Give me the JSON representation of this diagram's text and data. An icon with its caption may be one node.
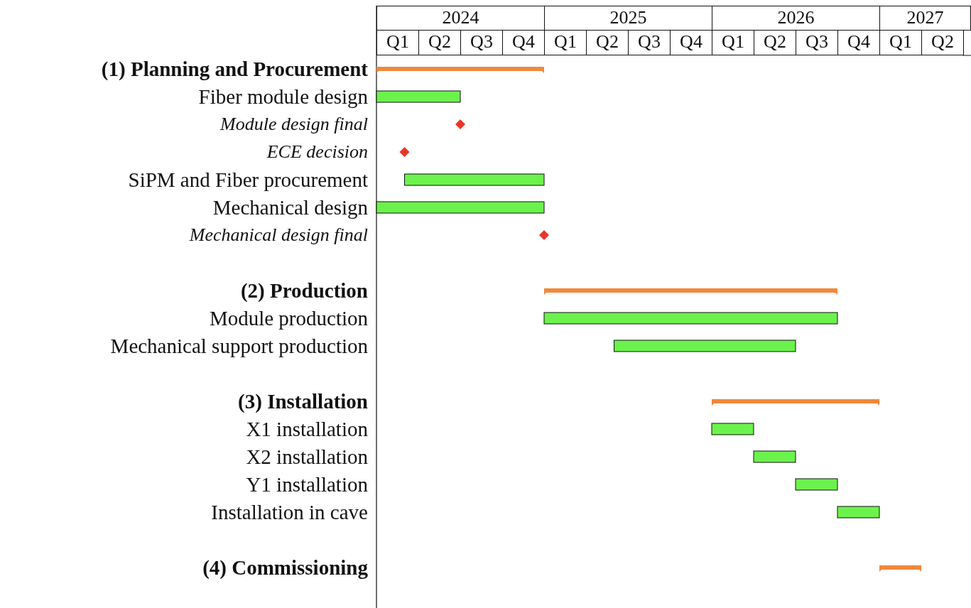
{
  "diagram": {
    "nodes": [
      {
        "text": [
          "(1) Planning and Procurement"
        ]
      },
      {
        "text": [],
        "shape": "bar"
      },
      {
        "text": [
          "Fiber module design"
        ]
      },
      {
        "text": [],
        "shape": "bar"
      },
      {
        "text": [
          "Module design final"
        ]
      },
      {
        "text": [],
        "shape": "diamond"
      },
      {
        "text": [
          "ECE decision"
        ]
      },
      {
        "text": [],
        "shape": "diamond"
      },
      {
        "text": [
          "SiPM and Fiber procurement"
        ]
      },
      {
        "text": [],
        "shape": "bar"
      },
      {
        "text": [
          "Mechanical design"
        ]
      },
      {
        "text": [],
        "shape": "bar"
      },
      {
        "text": [
          "Mechanical design final"
        ]
      },
      {
        "text": [],
        "shape": "diamond"
      },
      {
        "text": [
          "(2) Production"
        ]
      },
      {
        "text": [],
        "shape": "bar"
      },
      {
        "text": [
          "Module production"
        ]
      },
      {
        "text": [],
        "shape": "bar"
      },
      {
        "text": [
          "Mechanical support production"
        ]
      },
      {
        "text": [],
        "shape": "bar"
      },
      {
        "text": [
          "(3) Installation"
        ]
      },
      {
        "text": [],
        "shape": "bar"
      },
      {
        "text": [
          "X1 installation"
        ]
      },
      {
        "text": [],
        "shape": "bar"
      },
      {
        "text": [
          "X2 installation"
        ]
      },
      {
        "text": [],
        "shape": "bar"
      },
      {
        "text": [
          "Y1 installation"
        ]
      },
      {
        "text": [],
        "shape": "bar"
      },
      {
        "text": [
          "Installation in cave"
        ]
      },
      {
        "text": [],
        "shape": "bar"
      },
      {
        "text": [
          "(4) Commissioning"
        ]
      },
      {
        "text": [],
        "shape": "bar"
      }
    ],
    "labels": [
      "2024",
      "2025",
      "2026",
      "2027",
      "Q1",
      "Q2",
      "Q3",
      "Q4",
      "Q1",
      "Q2",
      "Q3",
      "Q4",
      "Q1",
      "Q2",
      "Q3",
      "Q4",
      "Q1",
      "Q2"
    ]
  }
}
